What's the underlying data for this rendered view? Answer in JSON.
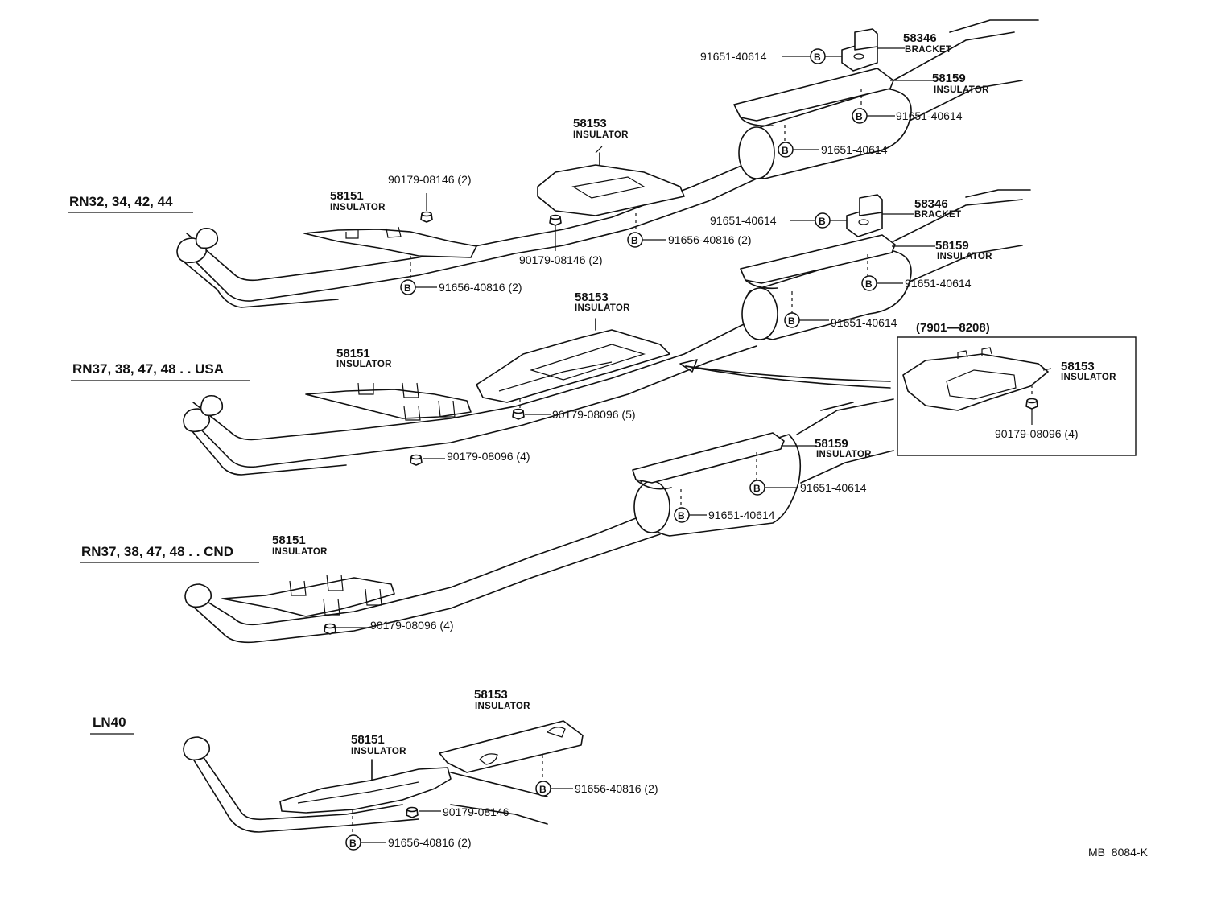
{
  "sections": {
    "rn32": "RN32, 34, 42, 44",
    "rn37_usa": "RN37, 38, 47, 48 . . USA",
    "rn37_cnd": "RN37, 38, 47, 48 . . CND",
    "ln40": "LN40"
  },
  "inset_title": "(7901—8208)",
  "footer_code": "MB  8084-K",
  "bolt_symbol": "B",
  "parts": {
    "bracket": {
      "number": "58346",
      "name": "BRACKET"
    },
    "insulator_rear": {
      "number": "58159",
      "name": "INSULATOR"
    },
    "insulator_center": {
      "number": "58153",
      "name": "INSULATOR"
    },
    "insulator_front": {
      "number": "58151",
      "name": "INSULATOR"
    }
  },
  "fasteners": {
    "bolt_40614": "91651-40614",
    "bolt_40816_x2": "91656-40816 (2)",
    "nut_08146_x2": "90179-08146 (2)",
    "nut_08146": "90179-08146",
    "nut_08096_x5": "90179-08096 (5)",
    "nut_08096_x4": "90179-08096 (4)"
  }
}
